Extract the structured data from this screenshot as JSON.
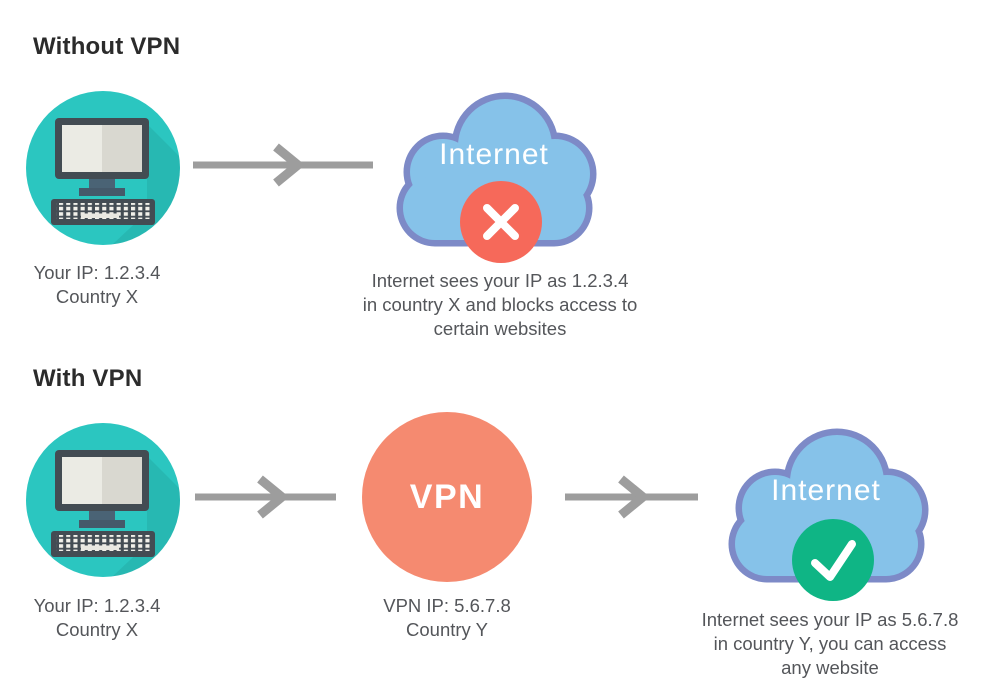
{
  "title": "VPN comparison diagram",
  "colors": {
    "teal": "#2bc6c0",
    "cloud_fill": "#86c2e9",
    "cloud_border": "#7d8ac7",
    "blocked": "#f6695a",
    "vpn": "#f58a70",
    "allowed": "#0fb585",
    "arrow": "#9d9d9d",
    "heading_text": "#2b2b2b",
    "caption_text": "#54565a"
  },
  "icons": {
    "computer": "computer-icon",
    "cloud": "internet-cloud-icon",
    "blocked": "x-icon",
    "allowed": "check-icon",
    "arrow": "arrow-right-icon"
  },
  "sections": [
    {
      "id": "without-vpn",
      "heading": "Without VPN",
      "computer": {
        "label_lines": [
          "Your IP: 1.2.3.4",
          "Country X"
        ]
      },
      "internet": {
        "label": "Internet",
        "status": "blocked",
        "caption_lines": [
          "Internet sees your IP as 1.2.3.4",
          "in country X and blocks access to",
          "certain websites"
        ]
      }
    },
    {
      "id": "with-vpn",
      "heading": "With VPN",
      "computer": {
        "label_lines": [
          "Your IP: 1.2.3.4",
          "Country X"
        ]
      },
      "vpn": {
        "label": "VPN",
        "caption_lines": [
          "VPN IP: 5.6.7.8",
          "Country Y"
        ]
      },
      "internet": {
        "label": "Internet",
        "status": "allowed",
        "caption_lines": [
          "Internet sees your IP as 5.6.7.8",
          "in country Y, you can access",
          "any website"
        ]
      }
    }
  ]
}
